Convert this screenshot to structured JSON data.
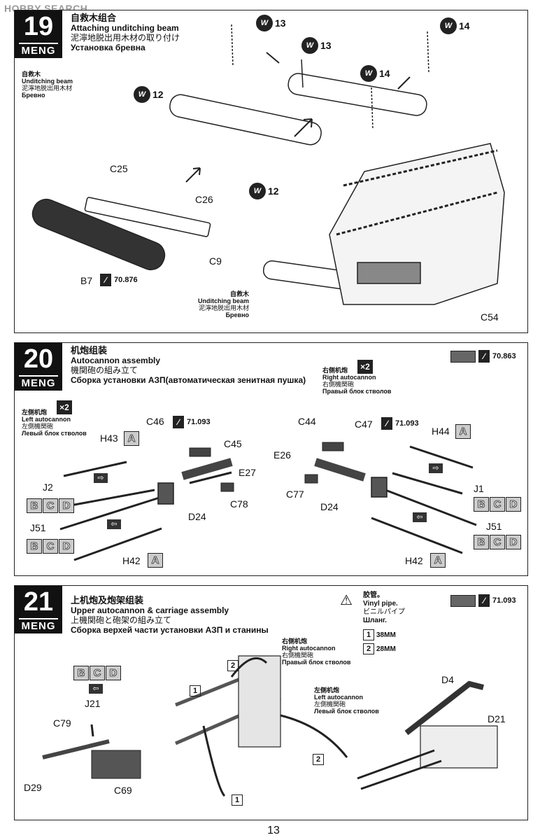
{
  "watermark": "HOBBY SEARCH",
  "page_number": "13",
  "step19": {
    "number": "19",
    "brand": "MENG",
    "title_zh": "自救木组合",
    "title_en": "Attaching unditching beam",
    "title_ja": "泥濘地脱出用木材の取り付け",
    "title_ru": "Установка бревна",
    "note1": {
      "zh": "自救木",
      "en": "Unditching beam",
      "ja": "泥濘地脱出用木材",
      "ru": "Бревно"
    },
    "note2": {
      "zh": "自救木",
      "en": "Unditching beam",
      "ja": "泥濘地脱出用木材",
      "ru": "Бревно"
    },
    "w_badges": [
      "W",
      "W",
      "W",
      "W",
      "W",
      "W"
    ],
    "w_numbers": [
      "13",
      "14",
      "13",
      "14",
      "12",
      "12"
    ],
    "parts": [
      "C25",
      "C26",
      "C9",
      "B7",
      "C54"
    ],
    "paint_code": "70.876"
  },
  "step20": {
    "number": "20",
    "brand": "MENG",
    "title_zh": "机炮组装",
    "title_en": "Autocannon assembly",
    "title_ja": "機関砲の組み立て",
    "title_ru": "Сборка установки АЗП(автоматическая зенитная пушка)",
    "right_note": {
      "zh": "右侧机炮",
      "en": "Right autocannon",
      "ja": "右側機関砲",
      "ru": "Правый блок стволов"
    },
    "left_note": {
      "zh": "左侧机炮",
      "en": "Left autocannon",
      "ja": "左側機関砲",
      "ru": "Левый блок стволов"
    },
    "multiplier": "×2",
    "paint_main": "70.863",
    "paint_c46": "71.093",
    "paint_c47": "71.093",
    "parts_left": [
      "H43",
      "C46",
      "C45",
      "E27",
      "J2",
      "C78",
      "D24",
      "J51",
      "H42"
    ],
    "parts_right": [
      "C44",
      "C47",
      "H44",
      "E26",
      "J1",
      "C77",
      "D24",
      "J51",
      "H42"
    ],
    "letter_A": "A",
    "letters_BCD": [
      "B",
      "C",
      "D"
    ]
  },
  "step21": {
    "number": "21",
    "brand": "MENG",
    "title_zh": "上机炮及炮架组装",
    "title_en": "Upper autocannon & carriage assembly",
    "title_ja": "上機関砲と砲架の組み立て",
    "title_ru": "Сборка верхей части установки АЗП и станины",
    "tube_note": {
      "zh": "胶管。",
      "en": "Vinyl pipe.",
      "ja": "ビニルパイプ",
      "ru": "Шланг."
    },
    "tube_sizes": [
      {
        "num": "1",
        "size": "38MM"
      },
      {
        "num": "2",
        "size": "28MM"
      }
    ],
    "paint_code": "71.093",
    "right_note": {
      "zh": "右侧机炮",
      "en": "Right autocannon",
      "ja": "右側機関砲",
      "ru": "Правый блок стволов"
    },
    "left_note": {
      "zh": "左侧机炮",
      "en": "Left autocannon",
      "ja": "左側機関砲",
      "ru": "Левый блок стволов"
    },
    "letters_BCD": [
      "B",
      "C",
      "D"
    ],
    "parts": [
      "J21",
      "C79",
      "D29",
      "C69",
      "D4",
      "D21"
    ],
    "tube_marks": [
      "2",
      "1",
      "2",
      "1"
    ]
  }
}
